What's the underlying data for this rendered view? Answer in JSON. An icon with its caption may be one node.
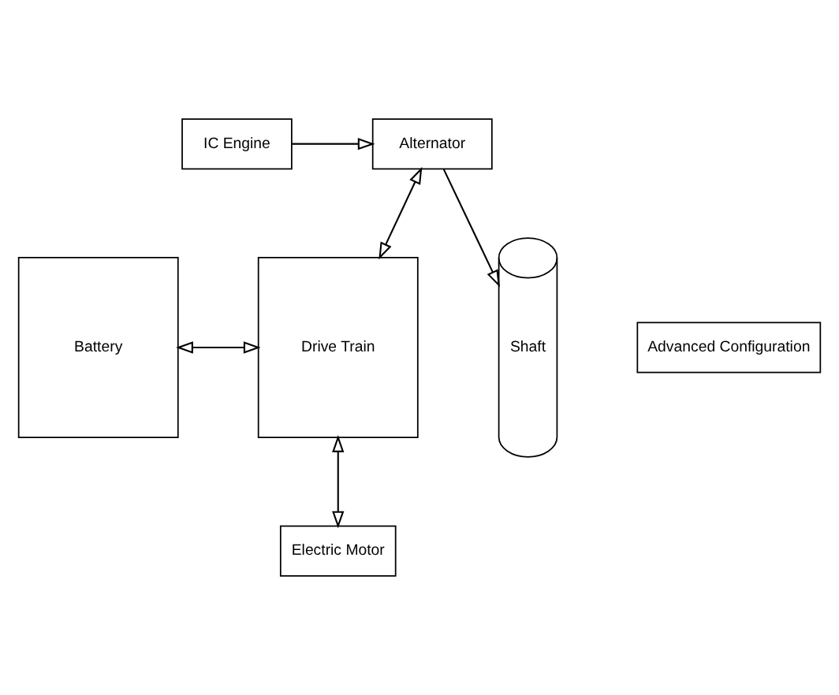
{
  "diagram": {
    "nodes": [
      {
        "text": [
          "Battery"
        ]
      },
      {
        "text": [
          "Drive Train"
        ]
      },
      {
        "text": [
          "Electric Motor"
        ]
      },
      {
        "text": [
          "Shaft"
        ]
      },
      {
        "text": [
          "Alternator"
        ]
      },
      {
        "text": [
          "IC Engine"
        ]
      },
      {
        "text": [
          "Advanced Configuration"
        ]
      }
    ],
    "edges": [
      {
        "from": 0,
        "to": 1,
        "arrow": "both"
      },
      {
        "from": 1,
        "to": 2,
        "arrow": "both"
      },
      {
        "from": 4,
        "to": 1,
        "arrow": "both"
      },
      {
        "from": 4,
        "to": 3,
        "arrow": "to"
      },
      {
        "from": 5,
        "to": 4,
        "arrow": "to"
      }
    ]
  }
}
